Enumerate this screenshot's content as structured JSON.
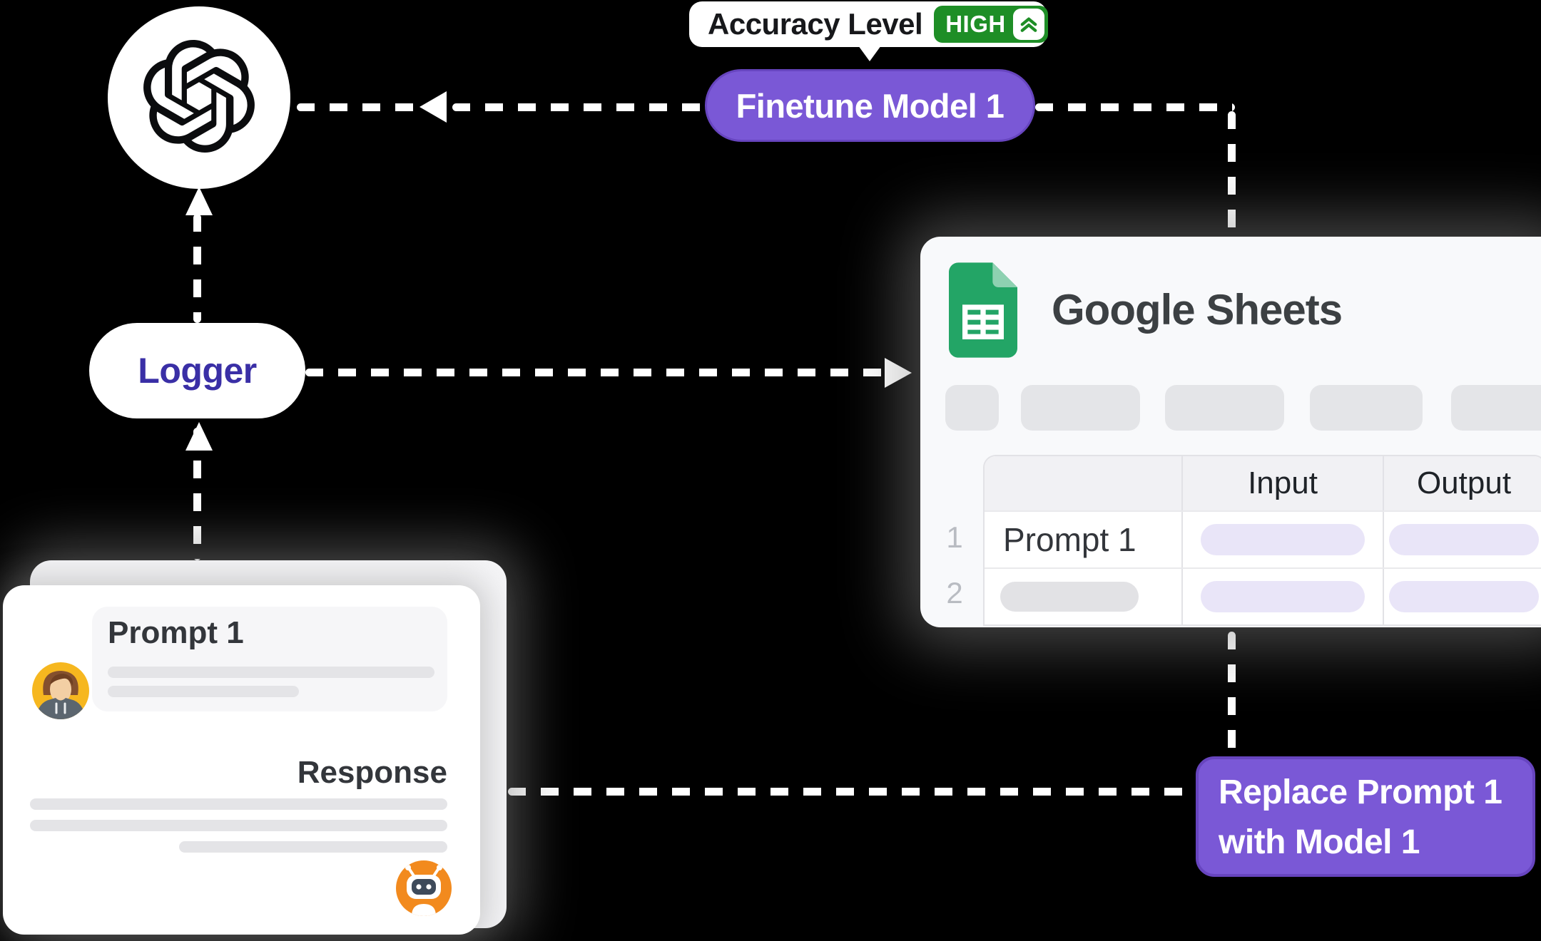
{
  "openai_node": {
    "icon": "openai-logo"
  },
  "accuracy": {
    "label": "Accuracy Level",
    "level": "HIGH",
    "icon": "double-chevron-up-icon"
  },
  "finetune": {
    "label": "Finetune Model 1"
  },
  "logger": {
    "label": "Logger"
  },
  "sheets": {
    "icon": "google-sheets-icon",
    "title": "Google Sheets",
    "table": {
      "columns": [
        "",
        "Input",
        "Output"
      ],
      "rows": [
        {
          "num": "1",
          "label": "Prompt 1"
        },
        {
          "num": "2",
          "label": ""
        }
      ]
    }
  },
  "card": {
    "prompt_title": "Prompt 1",
    "response_title": "Response",
    "user_icon": "user-avatar",
    "bot_icon": "robot-avatar"
  },
  "replace": {
    "line1": "Replace Prompt 1",
    "line2": "with Model 1"
  },
  "colors": {
    "background": "#000000",
    "accent_purple": "#7A58D6",
    "badge_green": "#1E8E26",
    "logger_indigo": "#3A2FA6",
    "sheets_green": "#23A566",
    "sheets_fold_green": "#8ED1B1",
    "cell_pill_purple": "#E9E5F8",
    "avatar_yellow": "#F6B71F",
    "bot_orange": "#F28A1E"
  }
}
